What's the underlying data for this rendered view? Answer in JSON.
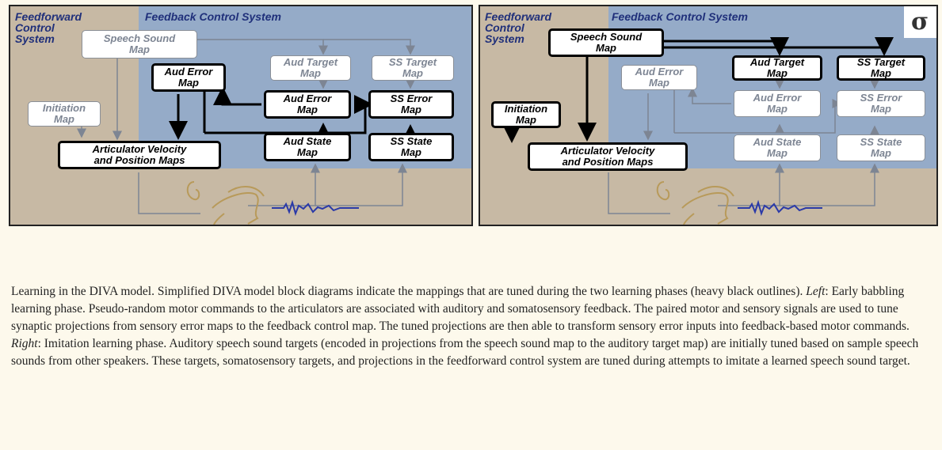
{
  "panels": [
    {
      "feedforward_label": "Feedforward\nControl\nSystem",
      "feedback_label": "Feedback Control System",
      "boxes": {
        "speech_sound": "Speech Sound\nMap",
        "aud_target": "Aud Target\nMap",
        "ss_target": "SS Target\nMap",
        "aud_error_left": "Aud Error\nMap",
        "aud_error": "Aud Error\nMap",
        "ss_error": "SS Error\nMap",
        "initiation": "Initiation\nMap",
        "articulator": "Articulator Velocity\nand Position Maps",
        "aud_state": "Aud State\nMap",
        "ss_state": "SS State\nMap"
      }
    },
    {
      "feedforward_label": "Feedforward\nControl\nSystem",
      "feedback_label": "Feedback Control System",
      "logo_glyph": "σ",
      "boxes": {
        "speech_sound": "Speech Sound\nMap",
        "aud_target": "Aud Target\nMap",
        "ss_target": "SS Target\nMap",
        "aud_error_left": "Aud Error\nMap",
        "aud_error": "Aud Error\nMap",
        "ss_error": "SS Error\nMap",
        "initiation": "Initiation\nMap",
        "articulator": "Articulator Velocity\nand Position Maps",
        "aud_state": "Aud State\nMap",
        "ss_state": "SS State\nMap"
      }
    }
  ],
  "caption": {
    "s1": "Learning in the DIVA model. Simplified DIVA model block diagrams indicate the mappings that are tuned during the two learning phases (heavy black outlines). ",
    "left_label": "Left",
    "s2": ": Early babbling learning phase. Pseudo-random motor commands to the articulators are associated with auditory and somatosensory feedback. The paired motor and sensory signals are used to tune synaptic projections from sensory error maps to the feedback control map. The tuned projections are then able to transform sensory error inputs into feedback-based motor commands. ",
    "right_label": "Right",
    "s3": ": Imitation learning phase. Auditory speech sound targets (encoded in projections from the speech sound map to the auditory target map) are initially tuned based on sample speech sounds from other speakers. These targets, somatosensory targets, and projections in the feedforward control system are tuned during attempts to imitate a learned speech sound target."
  },
  "colors": {
    "feedforward_bg": "#c7b9a4",
    "feedback_bg": "#95abc8",
    "region_text": "#1f2f7a",
    "light_line": "#7d8593",
    "heavy_line": "#000000",
    "waveform": "#2b3aa8",
    "head_outline": "#b89a5a"
  }
}
